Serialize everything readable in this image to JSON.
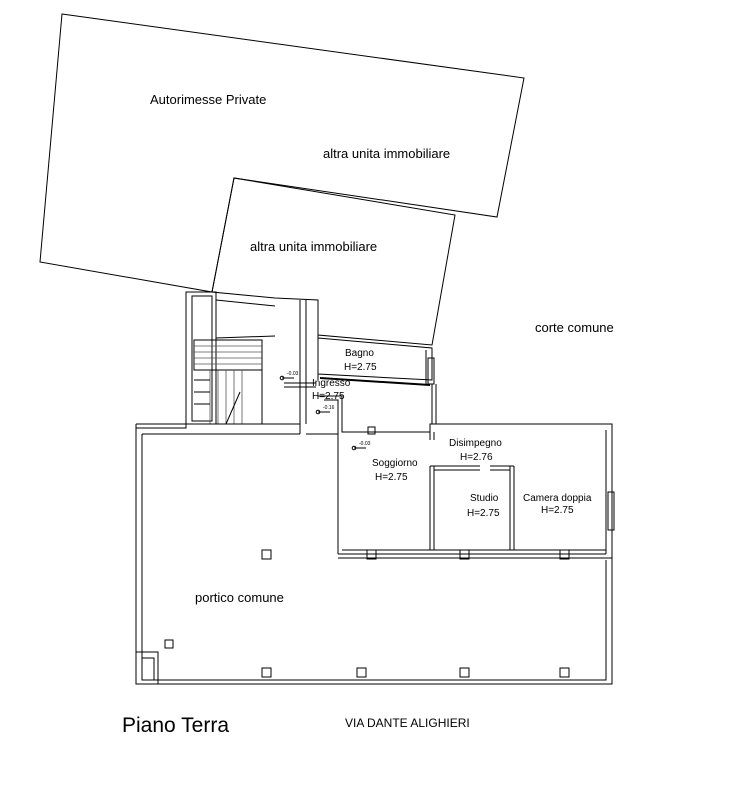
{
  "labels": {
    "autorimesse": "Autorimesse Private",
    "altra_unita_top": "altra unita immobiliare",
    "altra_unita_mid": "altra unita immobiliare",
    "corte_comune": "corte comune",
    "portico_comune": "portico comune",
    "piano_terra": "Piano Terra",
    "via": "VIA DANTE ALIGHIERI"
  },
  "rooms": {
    "bagno": {
      "name": "Bagno",
      "height": "H=2.75"
    },
    "ingresso": {
      "name": "Ingresso",
      "height": "H=2.75"
    },
    "soggiorno": {
      "name": "Soggiorno",
      "height": "H=2.75"
    },
    "disimpegno": {
      "name": "Disimpegno",
      "height": "H=2.76"
    },
    "studio": {
      "name": "Studio",
      "height": "H=2.75"
    },
    "camera_doppia": {
      "name": "Camera doppia",
      "height": "H=2.75"
    }
  },
  "levels": {
    "l1": "-0.03",
    "l2": "-0.16",
    "l3": "-0.03"
  }
}
